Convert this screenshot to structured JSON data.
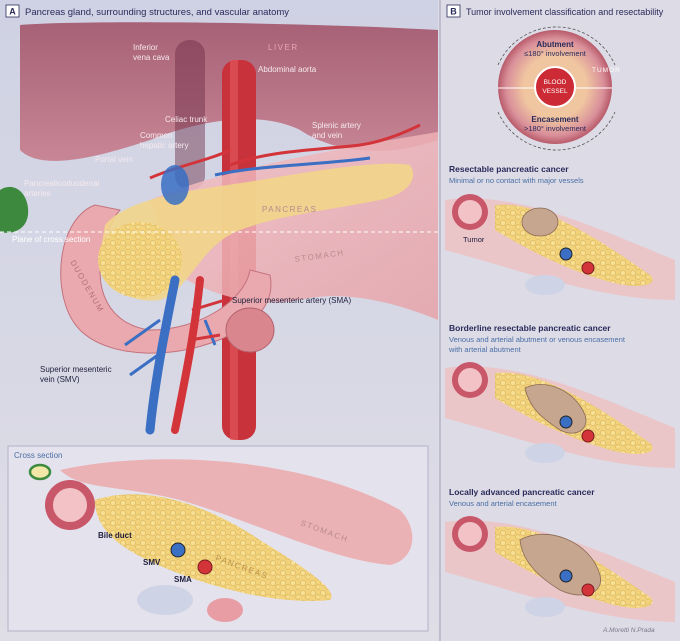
{
  "panelA": {
    "letter": "A",
    "title": "Pancreas gland, surrounding structures, and vascular anatomy",
    "labels": {
      "ivc": [
        "Inferior",
        "vena cava"
      ],
      "liver": "LIVER",
      "aorta": "Abdominal aorta",
      "celiac": "Celiac trunk",
      "splenic": [
        "Splenic artery",
        "and vein"
      ],
      "hepatic": [
        "Common",
        "hepatic artery"
      ],
      "portal": "Portal vein",
      "pdarteries": [
        "Pancreaticoduodenal",
        "arteries"
      ],
      "pancreas": "PANCREAS",
      "plane": "Plane of cross section",
      "stomach": "STOMACH",
      "duodenum": "DUODENUM",
      "sma": "Superior mesenteric artery (SMA)",
      "smv": [
        "Superior mesenteric",
        "vein (SMV)"
      ]
    },
    "cross": {
      "title": "Cross section",
      "bileduct": "Bile duct",
      "smv": "SMV",
      "sma": "SMA",
      "stomach": "STOMACH",
      "pancreas": "PANCREAS"
    }
  },
  "panelB": {
    "letter": "B",
    "title": "Tumor involvement classification and resectability",
    "vessel": {
      "abutment": "Abutment",
      "abutment_sub": "≤180° involvement",
      "tumor": "TUMOR",
      "blood": [
        "BLOOD",
        "VESSEL"
      ],
      "encasement": "Encasement",
      "encasement_sub": ">180° involvement"
    },
    "sections": [
      {
        "title": "Resectable pancreatic cancer",
        "desc": [
          "Minimal or no contact with major vessels"
        ],
        "tumor_label": "Tumor"
      },
      {
        "title": "Borderline resectable pancreatic cancer",
        "desc": [
          "Venous and arterial abutment or venous encasement",
          "with arterial abutment"
        ]
      },
      {
        "title": "Locally advanced pancreatic cancer",
        "desc": [
          "Venous and arterial encasement"
        ]
      }
    ],
    "signature": "A.Moretti  N.Prada"
  },
  "colors": {
    "title": "#2a2a5a",
    "accent": "#4a6fa5",
    "artery": "#d3343a",
    "vein": "#3a6fc4",
    "pancreas": "#f2d27a",
    "tissue": "#e9a9ae"
  }
}
